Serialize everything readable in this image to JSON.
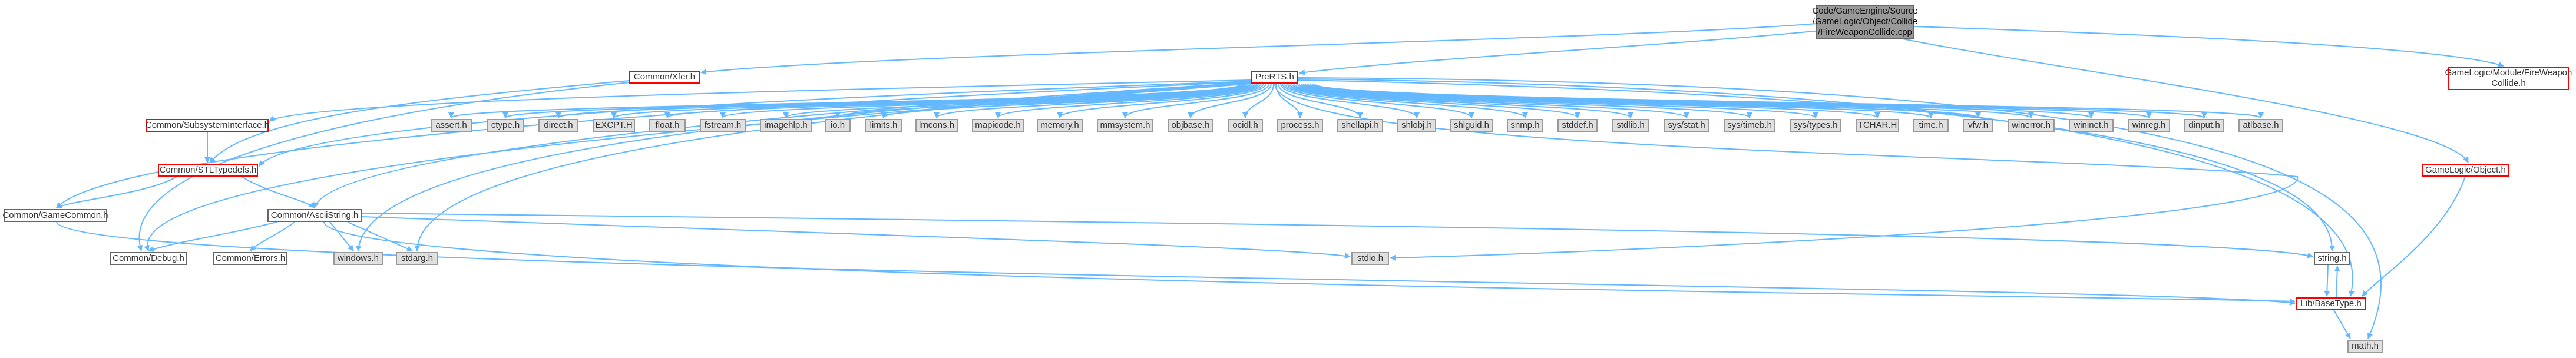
{
  "nodes": {
    "root": "Code/GameEngine/Source\n/GameLogic/Object/Collide\n/FireWeaponCollide.cpp",
    "prerts": "PreRTS.h",
    "xfer": "Common/Xfer.h",
    "fireweapon_collide": "GameLogic/Module/FireWeapon\nCollide.h",
    "object": "GameLogic/Object.h",
    "subsystem": "Common/SubsystemInterface.h",
    "stltypedefs": "Common/STLTypedefs.h",
    "gamecommon": "Common/GameCommon.h",
    "asciistring": "Common/AsciiString.h",
    "debug": "Common/Debug.h",
    "errors": "Common/Errors.h",
    "windows": "windows.h",
    "stdarg": "stdarg.h",
    "stdio": "stdio.h",
    "string": "string.h",
    "basetype": "Lib/BaseType.h",
    "math": "math.h",
    "assert": "assert.h",
    "ctype": "ctype.h",
    "direct": "direct.h",
    "excpt": "EXCPT.H",
    "float": "float.h",
    "fstream": "fstream.h",
    "imagehlp": "imagehlp.h",
    "io": "io.h",
    "limits": "limits.h",
    "lmcons": "lmcons.h",
    "mapicode": "mapicode.h",
    "memory": "memory.h",
    "mmsystem": "mmsystem.h",
    "objbase": "objbase.h",
    "ocidl": "ocidl.h",
    "process": "process.h",
    "shellapi": "shellapi.h",
    "shlobj": "shlobj.h",
    "shlguid": "shlguid.h",
    "snmp": "snmp.h",
    "stddef": "stddef.h",
    "stdlib": "stdlib.h",
    "sysstat": "sys/stat.h",
    "systimeb": "sys/timeb.h",
    "systypes": "sys/types.h",
    "tchar": "TCHAR.H",
    "time": "time.h",
    "vfw": "vfw.h",
    "winerror": "winerror.h",
    "wininet": "wininet.h",
    "winreg": "winreg.h",
    "dinput": "dinput.h",
    "atlbase": "atlbase.h"
  },
  "colors": {
    "edge": "#63b8ff",
    "red_border": "#ff0000",
    "system_fill": "#e0e0e0",
    "root_fill": "#999999"
  }
}
